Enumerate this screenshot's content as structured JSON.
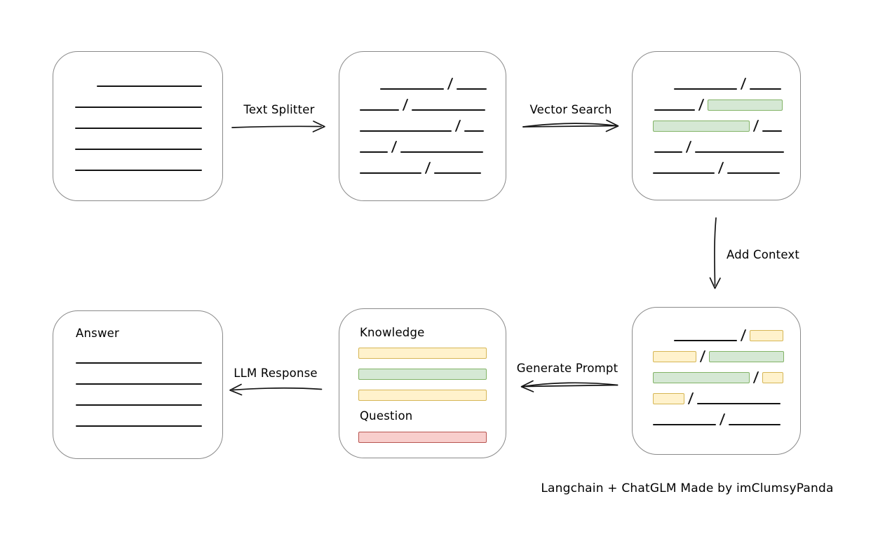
{
  "caption": "Langchain + ChatGLM Made by imClumsyPanda",
  "colors": {
    "yellow_fill": "#fff2cc",
    "yellow_stroke": "#d6b656",
    "green_fill": "#d5e8d4",
    "green_stroke": "#82b366",
    "red_fill": "#f8cecc",
    "red_stroke": "#b85450",
    "node_stroke": "#8a8a8a",
    "ink": "#141414"
  },
  "arrows": {
    "text_splitter": {
      "label": "Text Splitter",
      "direction": "right"
    },
    "vector_search": {
      "label": "Vector Search",
      "direction": "right"
    },
    "add_context": {
      "label": "Add Context",
      "direction": "down"
    },
    "generate_prompt": {
      "label": "Generate Prompt",
      "direction": "left"
    },
    "llm_response": {
      "label": "LLM Response",
      "direction": "left"
    }
  },
  "nodes": {
    "document": {
      "rows": [
        [
          {
            "t": "line",
            "w": 150,
            "ml": 31
          }
        ],
        [
          {
            "t": "line",
            "w": 181
          }
        ],
        [
          {
            "t": "line",
            "w": 181
          }
        ],
        [
          {
            "t": "line",
            "w": 181
          }
        ],
        [
          {
            "t": "line",
            "w": 181
          }
        ]
      ]
    },
    "chunks": {
      "rows": [
        [
          {
            "t": "line",
            "w": 91,
            "ml": 29
          },
          {
            "t": "slash"
          },
          {
            "t": "line",
            "w": 43
          }
        ],
        [
          {
            "t": "line",
            "w": 56
          },
          {
            "t": "slash"
          },
          {
            "t": "line",
            "w": 105
          }
        ],
        [
          {
            "t": "line",
            "w": 131
          },
          {
            "t": "slash"
          },
          {
            "t": "line",
            "w": 28
          }
        ],
        [
          {
            "t": "line",
            "w": 40
          },
          {
            "t": "slash"
          },
          {
            "t": "line",
            "w": 118
          }
        ],
        [
          {
            "t": "line",
            "w": 88
          },
          {
            "t": "slash"
          },
          {
            "t": "line",
            "w": 67
          }
        ]
      ]
    },
    "searched": {
      "rows": [
        [
          {
            "t": "line",
            "w": 90,
            "ml": 30
          },
          {
            "t": "slash"
          },
          {
            "t": "line",
            "w": 45
          }
        ],
        [
          {
            "t": "line",
            "w": 58,
            "ml": 2
          },
          {
            "t": "slash"
          },
          {
            "t": "green",
            "w": 107
          }
        ],
        [
          {
            "t": "green",
            "w": 138
          },
          {
            "t": "slash"
          },
          {
            "t": "line",
            "w": 28
          }
        ],
        [
          {
            "t": "line",
            "w": 40,
            "ml": 2
          },
          {
            "t": "slash"
          },
          {
            "t": "line",
            "w": 127
          }
        ],
        [
          {
            "t": "line",
            "w": 88
          },
          {
            "t": "slash"
          },
          {
            "t": "line",
            "w": 75
          }
        ]
      ]
    },
    "context": {
      "rows": [
        [
          {
            "t": "line",
            "w": 90,
            "ml": 30
          },
          {
            "t": "slash"
          },
          {
            "t": "yellow",
            "w": 48
          }
        ],
        [
          {
            "t": "yellow",
            "w": 62
          },
          {
            "t": "slash"
          },
          {
            "t": "green",
            "w": 107
          }
        ],
        [
          {
            "t": "green",
            "w": 138
          },
          {
            "t": "slash"
          },
          {
            "t": "yellow",
            "w": 30
          }
        ],
        [
          {
            "t": "yellow",
            "w": 45
          },
          {
            "t": "slash"
          },
          {
            "t": "line",
            "w": 119
          }
        ],
        [
          {
            "t": "line",
            "w": 90
          },
          {
            "t": "slash"
          },
          {
            "t": "line",
            "w": 74
          }
        ]
      ]
    },
    "prompt": {
      "knowledge_label": "Knowledge",
      "question_label": "Question",
      "knowledge_rows": [
        [
          {
            "t": "yellow",
            "w": 183
          }
        ],
        [
          {
            "t": "green",
            "w": 183
          }
        ],
        [
          {
            "t": "yellow",
            "w": 183
          }
        ]
      ],
      "question_rows": [
        [
          {
            "t": "red",
            "w": 183
          }
        ]
      ]
    },
    "answer": {
      "label": "Answer",
      "rows": [
        [
          {
            "t": "line",
            "w": 180
          }
        ],
        [
          {
            "t": "line",
            "w": 180
          }
        ],
        [
          {
            "t": "line",
            "w": 180
          }
        ],
        [
          {
            "t": "line",
            "w": 180
          }
        ]
      ]
    }
  }
}
